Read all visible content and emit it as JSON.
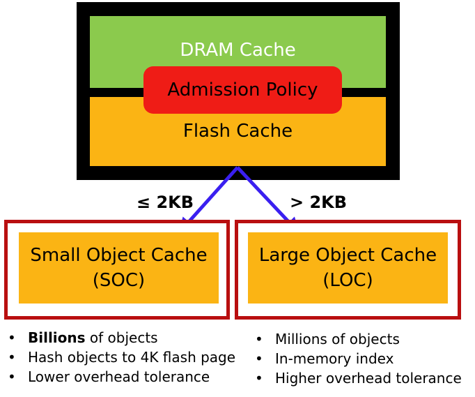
{
  "top": {
    "dram_label": "DRAM Cache",
    "admission_label": "Admission Policy",
    "flash_label": "Flash Cache",
    "colors": {
      "frame": "#000000",
      "dram": "#8bca4d",
      "flash": "#fbb414",
      "admission": "#ef1c16"
    }
  },
  "branches": {
    "left_label": "≤ 2KB",
    "right_label": "> 2KB",
    "arrow_color": "#3a1ff0"
  },
  "soc": {
    "title_line1": "Small Object Cache",
    "title_line2": "(SOC)",
    "bullets": [
      {
        "bold": "Billions",
        "text": " of objects"
      },
      {
        "bold": "",
        "text": "Hash objects to 4K flash page"
      },
      {
        "bold": "",
        "text": "Lower overhead tolerance"
      }
    ]
  },
  "loc": {
    "title_line1": "Large Object Cache",
    "title_line2": "(LOC)",
    "bullets": [
      {
        "bold": "",
        "text": "Millions of objects"
      },
      {
        "bold": "",
        "text": "In-memory index"
      },
      {
        "bold": "",
        "text": "Higher overhead tolerance"
      }
    ]
  },
  "bullet_glyph": "•",
  "outline_color": "#b90f10"
}
